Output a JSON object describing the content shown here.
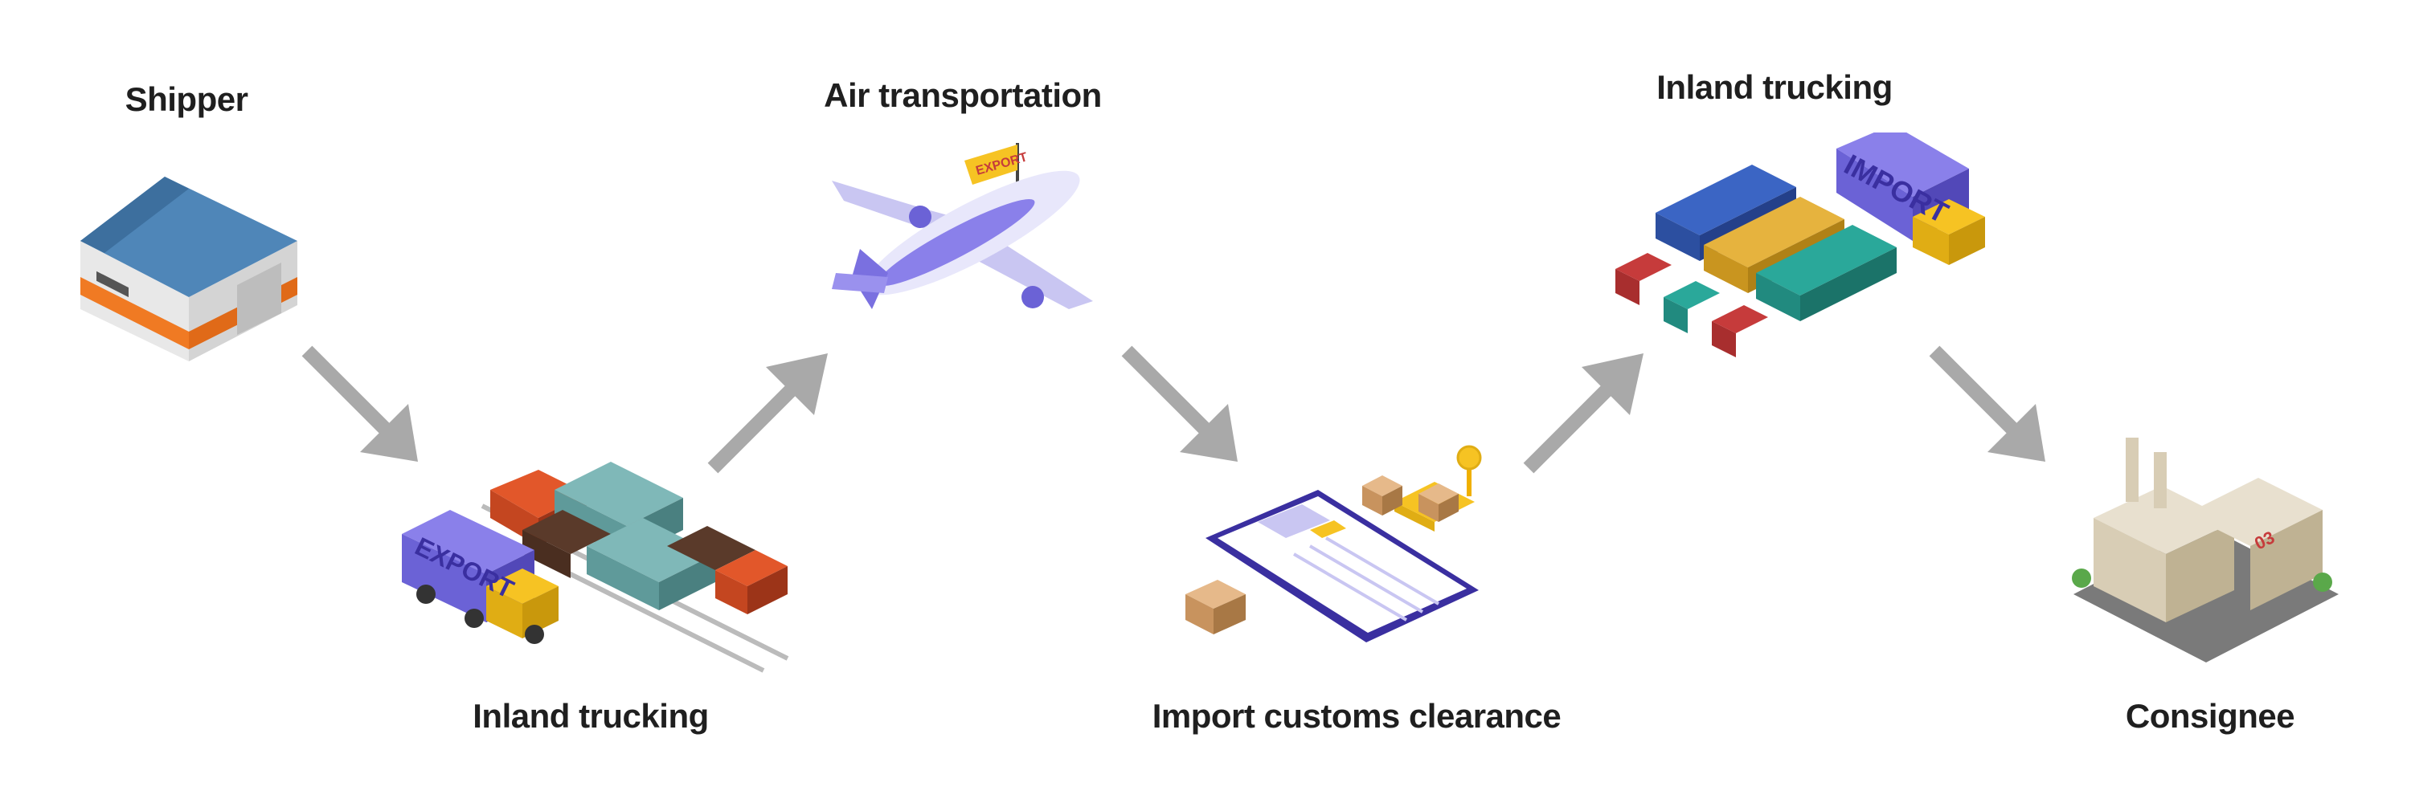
{
  "steps": [
    {
      "id": "shipper",
      "label": "Shipper",
      "icon": "warehouse-icon"
    },
    {
      "id": "inland-trucking-export",
      "label": "Inland trucking",
      "icon": "rail-and-export-truck-icon",
      "truck_text": "EXPORT"
    },
    {
      "id": "air-transportation",
      "label": "Air transportation",
      "icon": "airplane-icon",
      "flag_text": "EXPORT"
    },
    {
      "id": "import-customs-clearance",
      "label": "Import customs clearance",
      "icon": "customs-clipboard-icon"
    },
    {
      "id": "inland-trucking-import",
      "label": "Inland trucking",
      "icon": "import-trucks-icon",
      "truck_text": "IMPORT"
    },
    {
      "id": "consignee",
      "label": "Consignee",
      "icon": "factory-icon",
      "building_text": "03"
    }
  ],
  "colors": {
    "arrow": "#a9a9a9",
    "roof": "#4f86b8",
    "orange": "#f07a23",
    "purple": "#6b62d6",
    "yellow": "#f6c323",
    "teal": "#2aa89a",
    "red": "#c63b3b"
  }
}
